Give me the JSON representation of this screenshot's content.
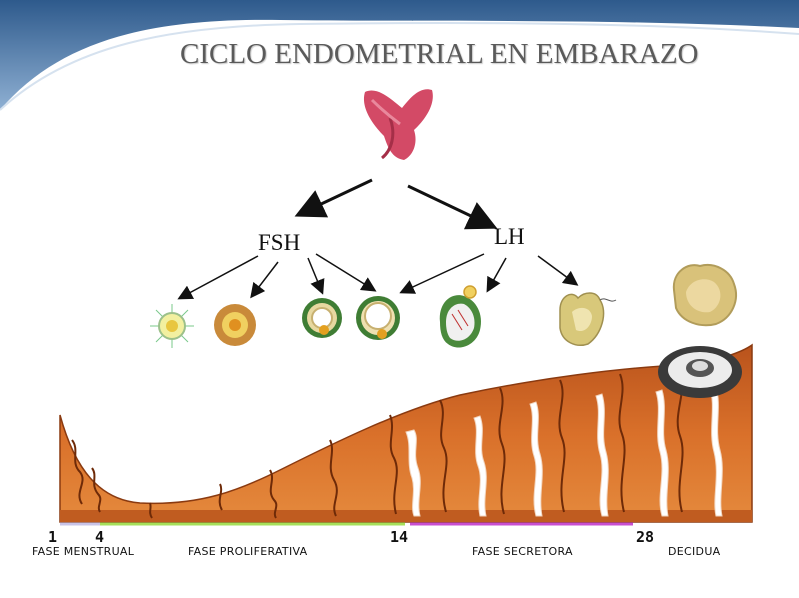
{
  "title": "CICLO ENDOMETRIAL EN EMBARAZO",
  "hormones": {
    "fsh": "FSH",
    "lh": "LH"
  },
  "timeline": {
    "days": [
      "1",
      "4",
      "14",
      "28"
    ],
    "phases": [
      "FASE MENSTRUAL",
      "FASE PROLIFERATIVA",
      "FASE SECRETORA",
      "DECIDUA"
    ]
  },
  "colors": {
    "menstrual": "#c9c4e8",
    "proliferative": "#a6e05a",
    "secretory": "#c84fd0",
    "endometrium": "#d9702a",
    "header": "#2e5a8c"
  },
  "icons": [
    "pituitary-gland-icon",
    "follicle-icon",
    "corpus-luteum-icon",
    "embryo-icon"
  ]
}
